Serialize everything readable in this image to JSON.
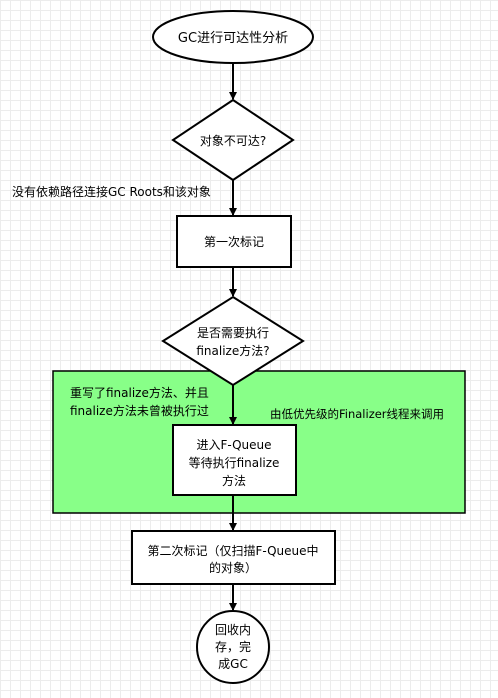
{
  "diagram": {
    "nodes": {
      "start": "GC进行可达性分析",
      "check_reachable": "对象不可达?",
      "first_mark": "第一次标记",
      "check_finalize_line1": "是否需要执行",
      "check_finalize_line2": "finalize方法?",
      "fqueue_line1": "进入F-Queue",
      "fqueue_line2": "等待执行finalize",
      "fqueue_line3": "方法",
      "second_mark_line1": "第二次标记（仅扫描F-Queue中",
      "second_mark_line2": "的对象）",
      "end_line1": "回收内",
      "end_line2": "存，完",
      "end_line3": "成GC"
    },
    "labels": {
      "no_reference_chain": "没有依赖路径连接GC Roots和该对象",
      "overridden_line1": "重写了finalize方法、并且",
      "overridden_line2": "finalize方法未曾被执行过",
      "finalizer_thread": "由低优先级的Finalizer线程来调用"
    },
    "colors": {
      "stroke": "#000000",
      "background": "#ffffff",
      "highlight_fill": "#88ff88",
      "grid": "#ececec"
    }
  }
}
